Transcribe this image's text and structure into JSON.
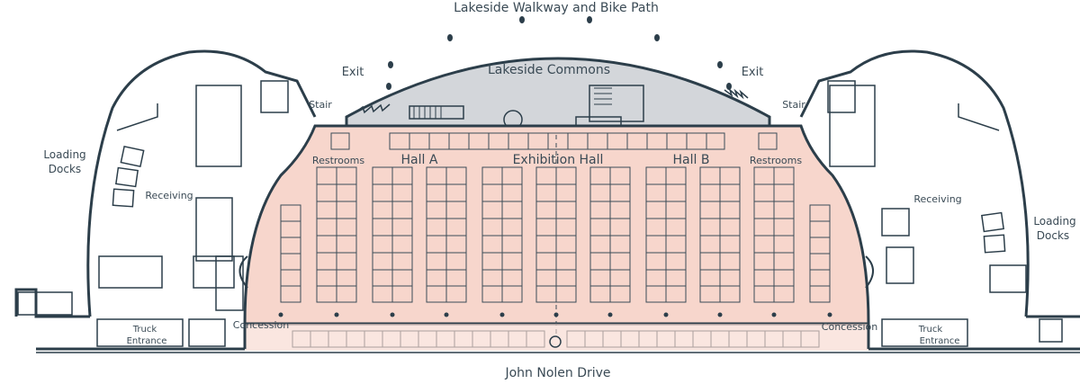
{
  "labels": {
    "walkway": "Lakeside Walkway and Bike Path",
    "commons": "Lakeside Commons",
    "exit_left": "Exit",
    "exit_right": "Exit",
    "stair_left": "Stair",
    "stair_right": "Stair",
    "loading_docks_left_1": "Loading",
    "loading_docks_left_2": "Docks",
    "loading_docks_right_1": "Loading",
    "loading_docks_right_2": "Docks",
    "receiving_left": "Receiving",
    "receiving_right": "Receiving",
    "restrooms_left": "Restrooms",
    "restrooms_right": "Restrooms",
    "hall_a": "Hall A",
    "exhibition_hall": "Exhibition Hall",
    "hall_b": "Hall B",
    "concession_left": "Concession",
    "concession_right": "Concession",
    "truck_left_1": "Truck",
    "truck_left_2": "Entrance",
    "truck_right_1": "Truck",
    "truck_right_2": "Entrance",
    "street": "John Nolen Drive"
  },
  "colors": {
    "hall_fill": "#f7d6cc",
    "commons_fill": "#d3d6da",
    "wall": "#2c3e4a",
    "booth_line": "#3b4c57",
    "text": "#3a4a55"
  }
}
